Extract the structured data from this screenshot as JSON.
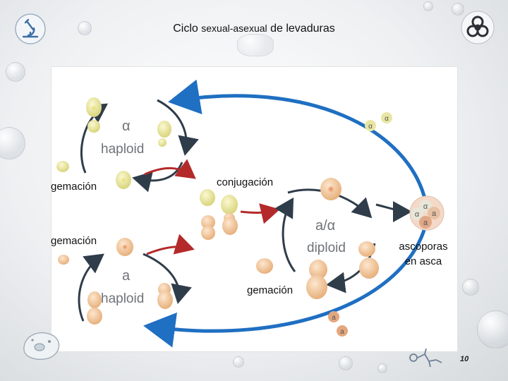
{
  "slide": {
    "title_part1": "Ciclo",
    "title_part2": "sexual-asexual",
    "title_part3": "de levaduras",
    "page_number": "10"
  },
  "diagram": {
    "alpha_symbol": "α",
    "a_symbol": "a",
    "haploid_label": "haploid",
    "diploid_label": "diploid",
    "a_alpha_label": "a/α",
    "gemacion_1": "gemación",
    "gemacion_2": "gemación",
    "gemacion_3": "gemación",
    "conjugacion": "conjugación",
    "ascoporas_line1": "ascoporas",
    "ascoporas_line2": "en asca",
    "ascus_alpha_1": "α",
    "ascus_alpha_2": "α",
    "ascus_a_1": "a",
    "ascus_a_2": "a",
    "spore_alpha_1": "α",
    "spore_alpha_2": "α",
    "spore_a_1": "a",
    "spore_a_2": "a"
  },
  "colors": {
    "haploid_alpha_cell": "#e9e6a4",
    "haploid_a_cell": "#f0c9a0",
    "arrow_dark": "#2f3c4a",
    "arrow_red": "#b42a2a",
    "arrow_blue": "#1f6fc2"
  },
  "icons": [
    "microscope-icon",
    "biohazard-icon",
    "cell-icon",
    "molecule-icon"
  ]
}
